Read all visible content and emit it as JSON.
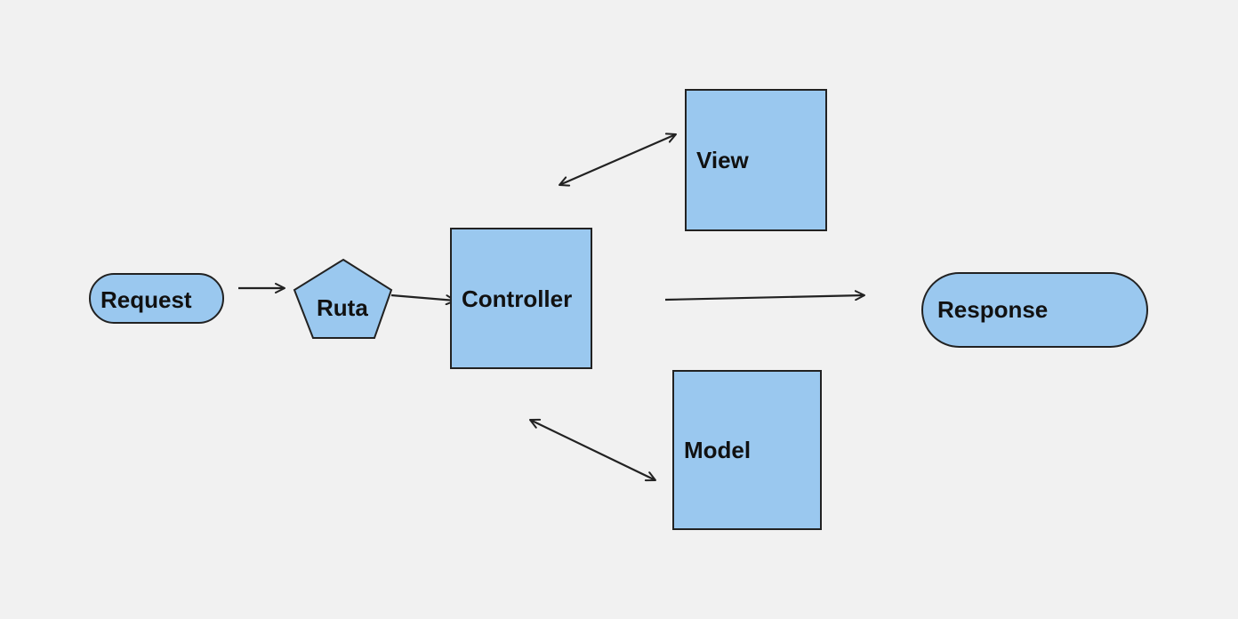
{
  "nodes": {
    "request": {
      "label": "Request",
      "shape": "pill"
    },
    "ruta": {
      "label": "Ruta",
      "shape": "pentagon"
    },
    "controller": {
      "label": "Controller",
      "shape": "square"
    },
    "view": {
      "label": "View",
      "shape": "square"
    },
    "model": {
      "label": "Model",
      "shape": "square"
    },
    "response": {
      "label": "Response",
      "shape": "pill"
    }
  },
  "edges": [
    {
      "from": "request",
      "to": "ruta",
      "direction": "forward"
    },
    {
      "from": "ruta",
      "to": "controller",
      "direction": "forward"
    },
    {
      "from": "controller",
      "to": "view",
      "direction": "both"
    },
    {
      "from": "controller",
      "to": "model",
      "direction": "both"
    },
    {
      "from": "controller",
      "to": "response",
      "direction": "forward"
    }
  ],
  "colors": {
    "background": "#f1f1f1",
    "node_fill": "#9ac8ef",
    "stroke": "#222222"
  }
}
